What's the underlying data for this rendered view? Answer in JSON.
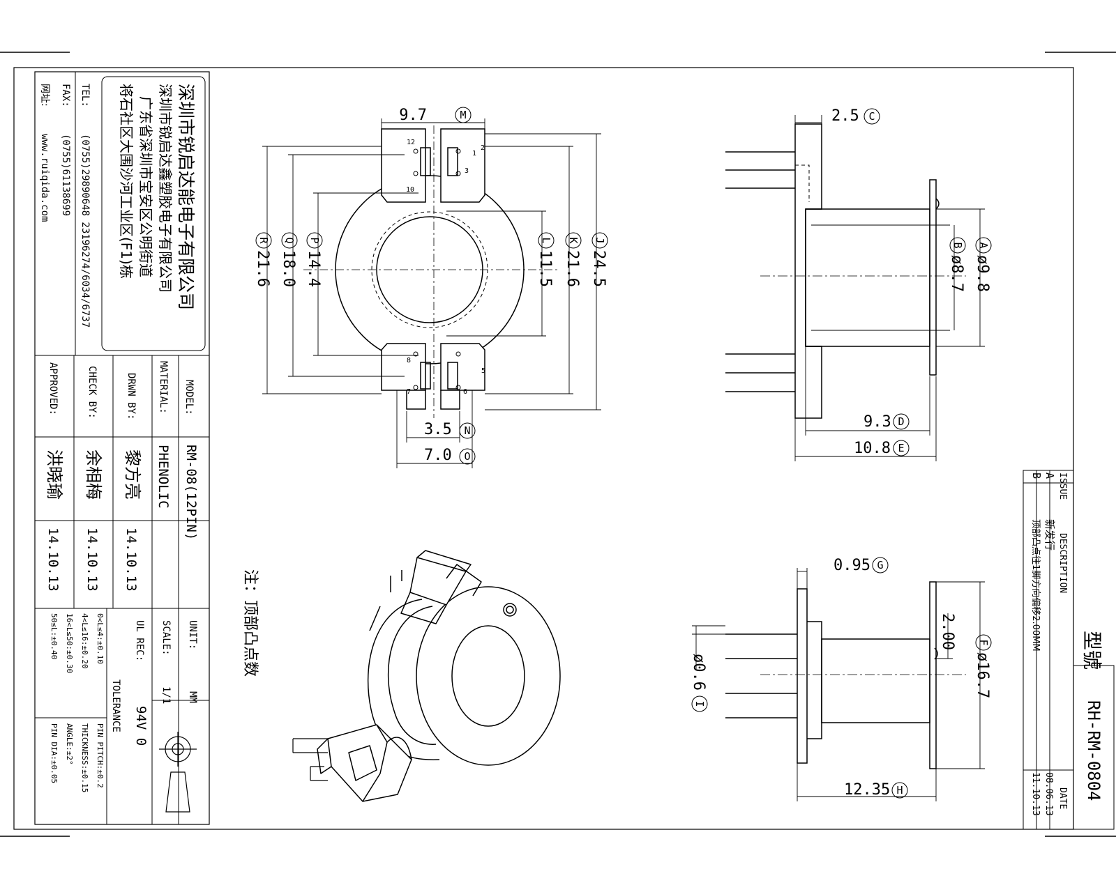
{
  "company": {
    "name": "深圳市锐启达能电子有限公司",
    "sub_name": "深圳市锐启达鑫塑胶电子有限公司",
    "address1": "广东省深圳市宝安区公明街道",
    "address2": "将石社区大围沙河工业区(F1)栋",
    "tel_label": "TEL:",
    "tel": "(0755)29890648  23196274/6034/6737",
    "fax_label": "FAX:",
    "fax": "(0755)61138699",
    "web_label": "网址:",
    "web": "www.ruiqida.com"
  },
  "title_block": {
    "model_label": "MODEL:",
    "model": "RM-08(12PIN)",
    "material_label": "MATERIAL:",
    "material": "PHENOLIC",
    "drawn_label": "DRWN BY:",
    "drawn": "黎方亮",
    "drawn_date": "14.10.13",
    "check_label": "CHECK BY:",
    "check": "余相梅",
    "check_date": "14.10.13",
    "approved_label": "APPROVED:",
    "approved": "洪晓瑜",
    "approved_date": "14.10.13",
    "unit_label": "UNIT:",
    "unit": "MM",
    "scale_label": "SCALE:",
    "scale": "1/1",
    "ul_label": "UL REC:",
    "ul": "94V 0",
    "tolerance_label": "TOLERANCE",
    "tol_left": [
      "0<L≤4:±0.10",
      "4<L≤16:±0.20",
      "16<L≤50:±0.30",
      "50≤L:±0.40"
    ],
    "tol_right": [
      "PIN PITCH:±0.2",
      "THICKNESS:±0.15",
      "ANGLE:±2°",
      "PIN DIA:±0.05"
    ]
  },
  "revision": {
    "issue_label": "ISSUE",
    "desc_label": "DESCRIPTION",
    "date_label": "DATE",
    "rows": [
      {
        "issue": "A",
        "desc": "新发行",
        "date": "08.06.13"
      },
      {
        "issue": "B",
        "desc": "顶部凸点往1脚方向偏移2.00MM",
        "date": "11.10.13"
      }
    ],
    "type_label": "型號",
    "part_no": "RH-RM-0804"
  },
  "note": "注：顶部凸点数",
  "dims": {
    "M": {
      "id": "M",
      "value": "9.7"
    },
    "N": {
      "id": "N",
      "value": "3.5"
    },
    "O": {
      "id": "O",
      "value": "7.0"
    },
    "J": {
      "id": "J",
      "value": "24.5"
    },
    "K": {
      "id": "K",
      "value": "21.6"
    },
    "L": {
      "id": "L",
      "value": "11.5"
    },
    "P": {
      "id": "P",
      "value": "14.4"
    },
    "Q": {
      "id": "Q",
      "value": "18.0"
    },
    "R": {
      "id": "R",
      "value": "21.6"
    },
    "C": {
      "id": "C",
      "value": "2.5"
    },
    "A": {
      "id": "A",
      "value": "ø9.8"
    },
    "B": {
      "id": "B",
      "value": "ø8.7"
    },
    "D": {
      "id": "D",
      "value": "9.3"
    },
    "E": {
      "id": "E",
      "value": "10.8"
    },
    "G": {
      "id": "G",
      "value": "0.95"
    },
    "F": {
      "id": "F",
      "value": "ø16.7"
    },
    "S": {
      "value": "2.00"
    },
    "I": {
      "id": "I",
      "value": "ø0.6"
    },
    "H": {
      "id": "H",
      "value": "12.35"
    }
  },
  "pins_top": [
    "12",
    "1",
    "2",
    "10",
    "3"
  ],
  "pins_bottom": [
    "8",
    "5",
    "7",
    "6"
  ]
}
